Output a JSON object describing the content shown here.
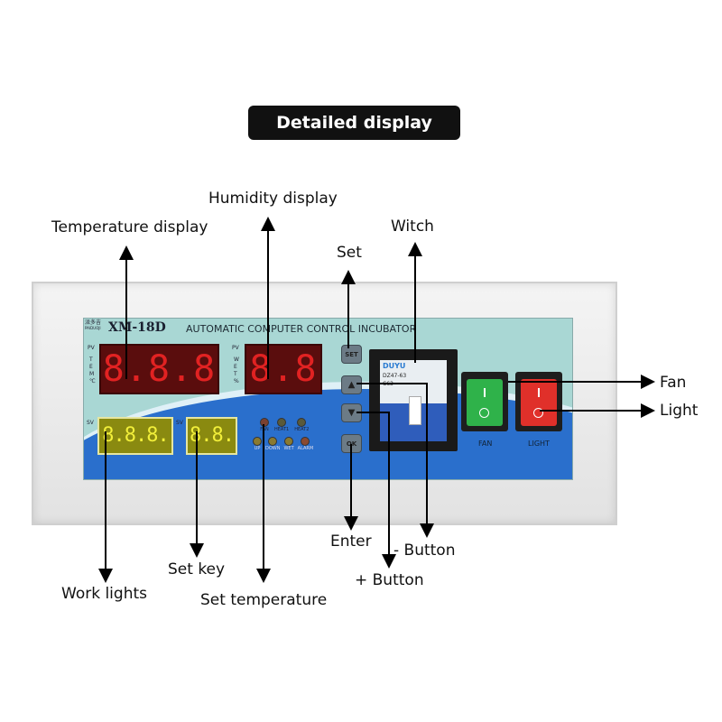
{
  "header": {
    "title": "Detailed display"
  },
  "device": {
    "brand_chinese": "派多吉",
    "brand_pinyin": "PAIDUOJI",
    "model": "XM-18D",
    "subtitle": "AUTOMATIC COMPUTER CONTROL INCUBATOR",
    "temp_pv_label": "PV",
    "temp_unit_label": "TEM ℃",
    "hum_pv_label": "PV",
    "hum_unit_label": "WET %",
    "temp_display": "8.8.8",
    "hum_display": "8.8",
    "sv_label": "SV",
    "temp_sv_display": "8.8.8.",
    "hum_sv_display": "8.8.",
    "leds": [
      "FAN",
      "HEAT1",
      "HEAT2",
      "UP",
      "DOWN",
      "WET",
      "ALARM"
    ],
    "buttons": {
      "set": "SET",
      "up": "▲",
      "down": "▼",
      "ok": "OK"
    },
    "breaker": {
      "brand": "DUYU",
      "model": "DZ47-63",
      "rating": "C63"
    },
    "fan_switch": {
      "label": "FAN",
      "color": "#2fb24a"
    },
    "light_switch": {
      "label": "LIGHT",
      "color": "#e0302a"
    }
  },
  "callouts": {
    "temperature_display": "Temperature display",
    "humidity_display": "Humidity display",
    "set": "Set",
    "witch": "Witch",
    "fan": "Fan",
    "light": "Light",
    "work_lights": "Work lights",
    "set_key": "Set key",
    "set_temperature": "Set temperature",
    "enter": "Enter",
    "minus_button": "- Button",
    "plus_button": "+ Button"
  }
}
